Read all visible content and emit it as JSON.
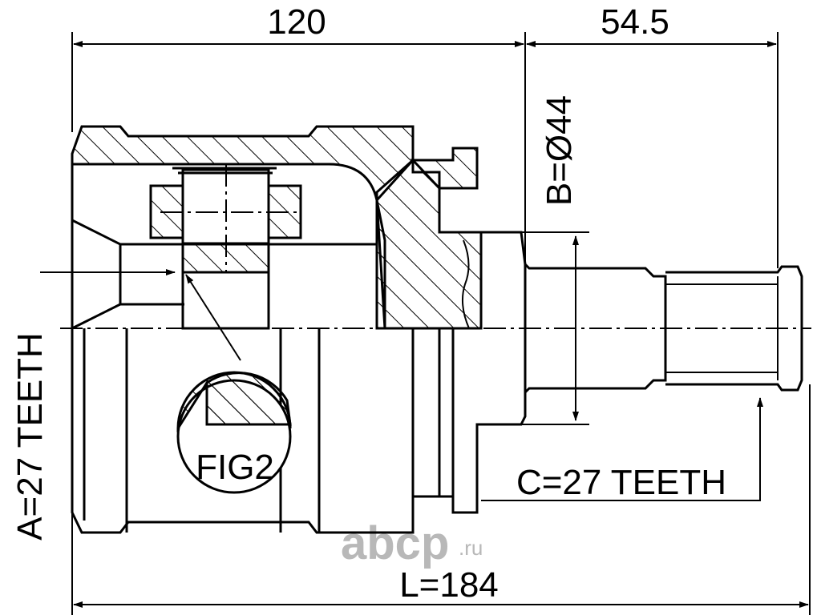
{
  "drawing": {
    "dim_top_left": "120",
    "dim_top_right": "54.5",
    "dim_diameter": "B=Ø44",
    "dim_length": "L=184",
    "label_a": "A=27 TEETH",
    "label_c": "C=27 TEETH",
    "figure_label": "FIG2",
    "watermark_main": "abcp",
    "watermark_suffix": ".ru"
  },
  "colors": {
    "line": "#000000",
    "watermark": "#b8b8b8"
  }
}
